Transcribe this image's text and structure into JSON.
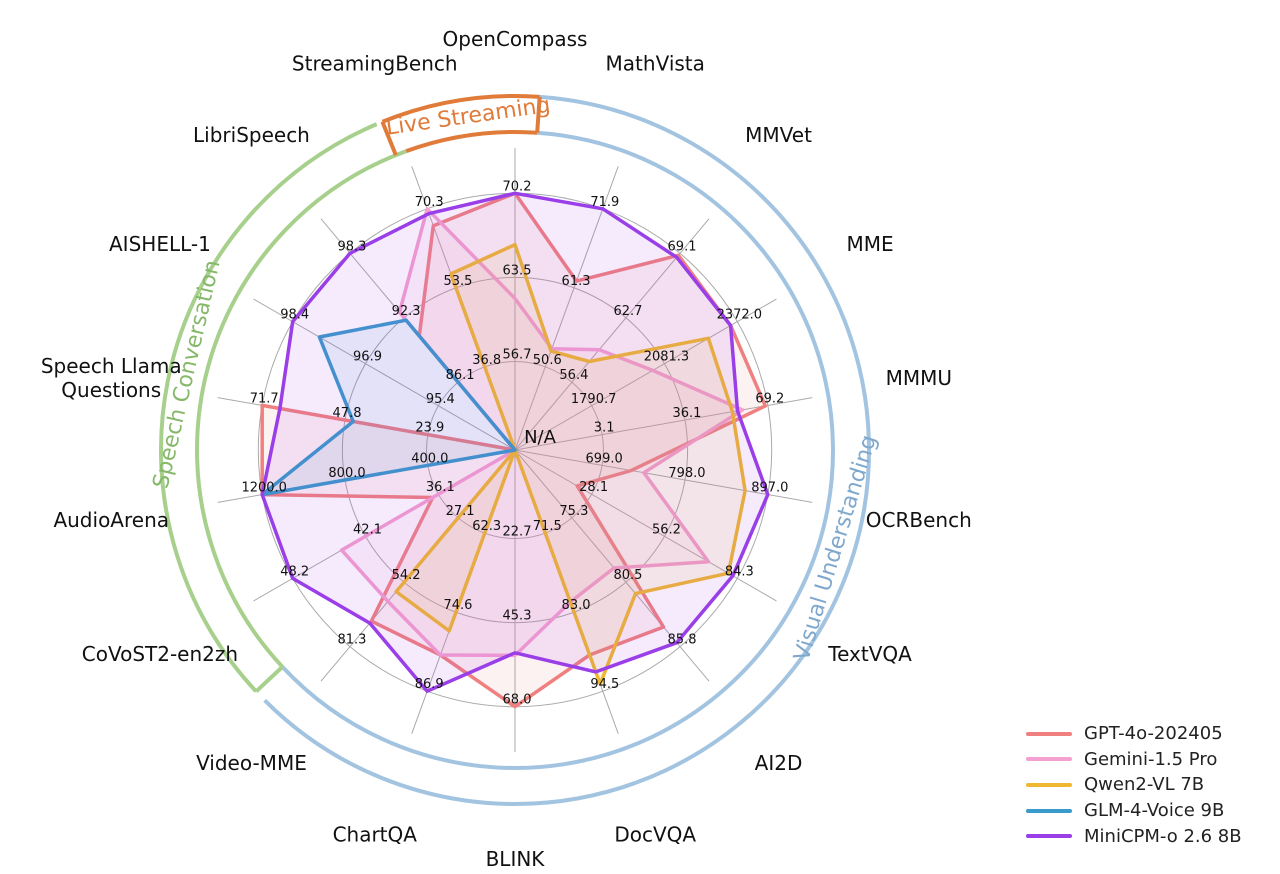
{
  "chart_data": {
    "type": "radar",
    "center_label": "N/A",
    "axes": [
      {
        "label": "OpenCompass",
        "ticks": [
          "56.7",
          "63.5",
          "70.2"
        ]
      },
      {
        "label": "MathVista",
        "ticks": [
          "50.6",
          "61.3",
          "71.9"
        ]
      },
      {
        "label": "MMVet",
        "ticks": [
          "56.4",
          "62.7",
          "69.1"
        ]
      },
      {
        "label": "MME",
        "ticks": [
          "1790.7",
          "2081.3",
          "2372.0"
        ]
      },
      {
        "label": "MMMU",
        "ticks": [
          "3.1",
          "36.1",
          "69.2"
        ]
      },
      {
        "label": "OCRBench",
        "ticks": [
          "699.0",
          "798.0",
          "897.0"
        ]
      },
      {
        "label": "TextVQA",
        "ticks": [
          "28.1",
          "56.2",
          "84.3"
        ]
      },
      {
        "label": "AI2D",
        "ticks": [
          "75.3",
          "80.5",
          "85.8"
        ]
      },
      {
        "label": "DocVQA",
        "ticks": [
          "71.5",
          "83.0",
          "94.5"
        ]
      },
      {
        "label": "BLINK",
        "ticks": [
          "22.7",
          "45.3",
          "68.0"
        ]
      },
      {
        "label": "ChartQA",
        "ticks": [
          "62.3",
          "74.6",
          "86.9"
        ]
      },
      {
        "label": "Video-MME",
        "ticks": [
          "27.1",
          "54.2",
          "81.3"
        ]
      },
      {
        "label": "CoVoST2-en2zh",
        "ticks": [
          "36.1",
          "42.1",
          "48.2"
        ]
      },
      {
        "label": "AudioArena",
        "ticks": [
          "400.0",
          "800.0",
          "1200.0"
        ]
      },
      {
        "label": "Speech Llama\nQuestions",
        "ticks": [
          "23.9",
          "47.8",
          "71.7"
        ]
      },
      {
        "label": "AISHELL-1",
        "ticks": [
          "95.4",
          "96.9",
          "98.4"
        ]
      },
      {
        "label": "LibriSpeech",
        "ticks": [
          "86.1",
          "92.3",
          "98.3"
        ]
      },
      {
        "label": "StreamingBench",
        "ticks": [
          "36.8",
          "53.5",
          "70.3"
        ]
      }
    ],
    "categories_groups": [
      {
        "label": "Visual Understanding",
        "color": "#a3c4e0"
      },
      {
        "label": "Speech Conversation",
        "color": "#a8d08d"
      },
      {
        "label": "Live Streaming",
        "color": "#e07b39"
      }
    ],
    "series": [
      {
        "name": "GPT-4o-202405",
        "color": "#f08080",
        "values": [
          1.0,
          0.7,
          0.99,
          0.97,
          0.99,
          0.46,
          0.28,
          0.9,
          0.85,
          1.0,
          0.85,
          0.87,
          0.37,
          1.0,
          1.0,
          0.0,
          0.58,
          0.93
        ]
      },
      {
        "name": "Gemini-1.5 Pro",
        "color": "#f4a0d0",
        "values": [
          0.59,
          0.42,
          0.51,
          0.62,
          0.9,
          0.51,
          0.87,
          0.6,
          0.63,
          0.8,
          0.85,
          0.77,
          0.78,
          0.0,
          0.0,
          0.0,
          0.7,
          1.0
        ]
      },
      {
        "name": "Qwen2-VL 7B",
        "color": "#f0b830",
        "values": [
          0.8,
          0.41,
          0.45,
          0.87,
          0.86,
          0.91,
          0.96,
          0.73,
          0.97,
          0.0,
          0.75,
          0.72,
          0.0,
          0.0,
          0.0,
          0.0,
          0.0,
          0.73
        ]
      },
      {
        "name": "GLM-4-Voice 9B",
        "color": "#3a9acb",
        "values": [
          0.0,
          0.0,
          0.0,
          0.0,
          0.0,
          0.0,
          0.0,
          0.0,
          0.0,
          0.0,
          0.0,
          0.0,
          0.0,
          1.0,
          0.64,
          0.88,
          0.66,
          0.0
        ]
      },
      {
        "name": "MiniCPM-o 2.6 8B",
        "color": "#9a3ee8",
        "values": [
          1.0,
          1.0,
          0.98,
          0.97,
          0.88,
          1.0,
          0.98,
          0.98,
          0.92,
          0.79,
          1.0,
          0.88,
          1.0,
          1.0,
          0.93,
          1.0,
          1.0,
          0.98
        ]
      }
    ]
  }
}
